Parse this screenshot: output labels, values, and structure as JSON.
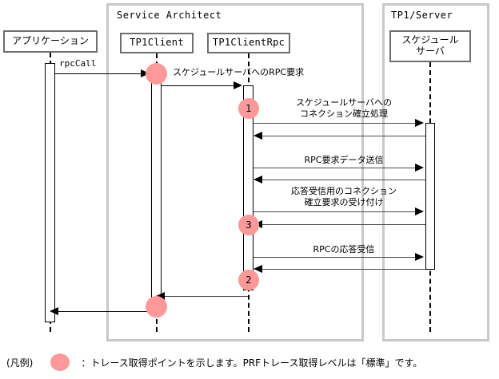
{
  "diagram": {
    "frames": [
      {
        "id": "service-architect",
        "title": "Service Architect"
      },
      {
        "id": "tp1-server",
        "title": "TP1/Server"
      }
    ],
    "participants": [
      {
        "id": "application",
        "label": "アプリケーション"
      },
      {
        "id": "tp1client",
        "label": "TP1Client"
      },
      {
        "id": "tp1clientrpc",
        "label": "TP1ClientRpc"
      },
      {
        "id": "schedule-server",
        "label_line1": "スケジュール",
        "label_line2": "サーバ"
      }
    ],
    "messages": [
      {
        "id": "rpc-call",
        "label": "rpcCall",
        "from": "application",
        "to": "tp1client",
        "direction": "right"
      },
      {
        "id": "rpc-request-to-schedule-server",
        "label": "スケジュールサーバへのRPC要求",
        "from": "tp1client",
        "to": "tp1clientrpc",
        "direction": "right"
      },
      {
        "id": "connection-establish",
        "label_line1": "スケジュールサーバへの",
        "label_line2": "コネクション確立処理",
        "from": "tp1clientrpc",
        "to": "schedule-server",
        "direction": "right"
      },
      {
        "id": "connection-establish-return",
        "label": "",
        "from": "schedule-server",
        "to": "tp1clientrpc",
        "direction": "left"
      },
      {
        "id": "rpc-request-data-send",
        "label": "RPC要求データ送信",
        "from": "tp1clientrpc",
        "to": "schedule-server",
        "direction": "right"
      },
      {
        "id": "rpc-request-data-send-return",
        "label": "",
        "from": "schedule-server",
        "to": "tp1clientrpc",
        "direction": "left"
      },
      {
        "id": "response-connection-accept",
        "label_line1": "応答受信用のコネクション",
        "label_line2": "確立要求の受け付け",
        "from": "tp1clientrpc",
        "to": "schedule-server",
        "direction": "right"
      },
      {
        "id": "response-connection-accept-return",
        "label": "",
        "from": "schedule-server",
        "to": "tp1clientrpc",
        "direction": "left"
      },
      {
        "id": "rpc-response-receive",
        "label": "RPCの応答受信",
        "from": "tp1clientrpc",
        "to": "schedule-server",
        "direction": "right"
      },
      {
        "id": "rpc-response-receive-return",
        "label": "",
        "from": "schedule-server",
        "to": "tp1clientrpc",
        "direction": "left"
      },
      {
        "id": "return-to-tp1client",
        "label": "",
        "from": "tp1clientrpc",
        "to": "tp1client",
        "direction": "left"
      },
      {
        "id": "return-to-application",
        "label": "",
        "from": "tp1client",
        "to": "application",
        "direction": "left"
      }
    ],
    "trace_points": [
      {
        "id": "trace-point-entry-tp1client",
        "number": ""
      },
      {
        "id": "trace-point-1",
        "number": "1"
      },
      {
        "id": "trace-point-3",
        "number": "3"
      },
      {
        "id": "trace-point-2",
        "number": "2"
      },
      {
        "id": "trace-point-exit-tp1client",
        "number": ""
      }
    ],
    "legend": {
      "title": "(凡例)",
      "text": "：トレース取得ポイントを示します。PRFトレース取得レベルは「標準」です。"
    },
    "colors": {
      "trace_dot": "#ff9999",
      "frame_border": "#c9c9c9",
      "box_border": "#6e6e6e",
      "line": "#4a4a4a"
    }
  }
}
